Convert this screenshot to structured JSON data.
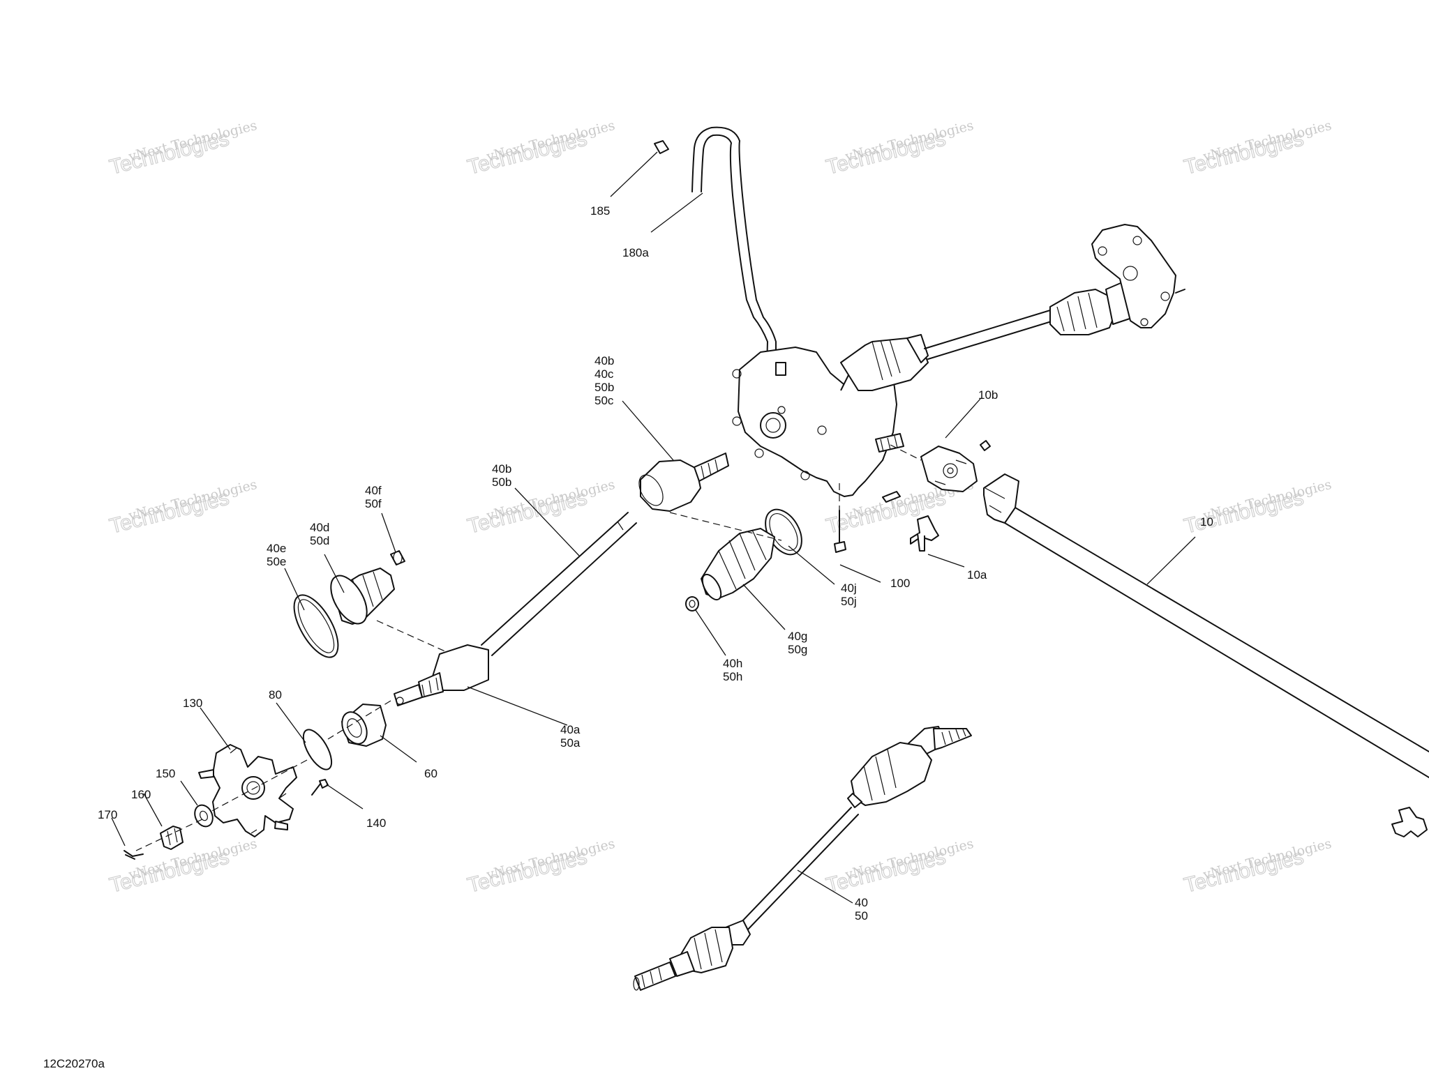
{
  "drawing_code": "12C20270a",
  "watermark": {
    "line1": "vNext Technologies",
    "line2": "Technologies"
  },
  "callouts": {
    "c185": "185",
    "c180a": "180a",
    "c40b_group": [
      "40b",
      "40c",
      "50b",
      "50c"
    ],
    "c10b": "10b",
    "c40b_50b": [
      "40b",
      "50b"
    ],
    "c40f": [
      "40f",
      "50f"
    ],
    "c40d": [
      "40d",
      "50d"
    ],
    "c40e": [
      "40e",
      "50e"
    ],
    "c10": "10",
    "c100": "100",
    "c10a": "10a",
    "c40j": [
      "40j",
      "50j"
    ],
    "c40g": [
      "40g",
      "50g"
    ],
    "c40h": [
      "40h",
      "50h"
    ],
    "c130": "130",
    "c80": "80",
    "c40a": [
      "40a",
      "50a"
    ],
    "c60": "60",
    "c150": "150",
    "c160": "160",
    "c170": "170",
    "c140": "140",
    "c40": [
      "40",
      "50"
    ]
  }
}
